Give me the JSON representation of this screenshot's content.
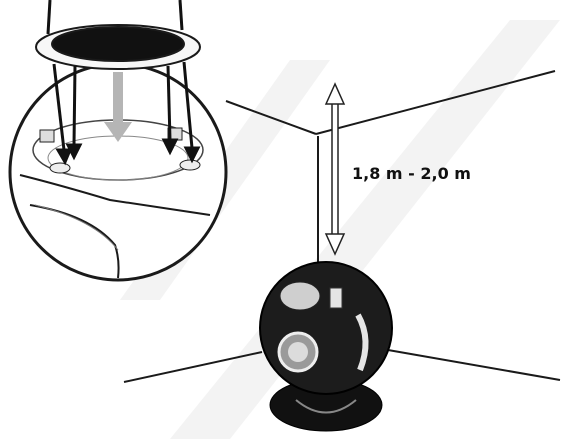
{
  "diagram": {
    "height_label": "1,8 m - 2,0 m",
    "watermark_color": "#f2f2f2",
    "line_color": "#1a1a1a",
    "projector_body_color": "#1c1c1c",
    "arrow_color": "#b5b5b5",
    "icons": [
      "mounting-detail-inset",
      "ceiling-corner",
      "height-arrow",
      "planetarium-projector"
    ]
  }
}
